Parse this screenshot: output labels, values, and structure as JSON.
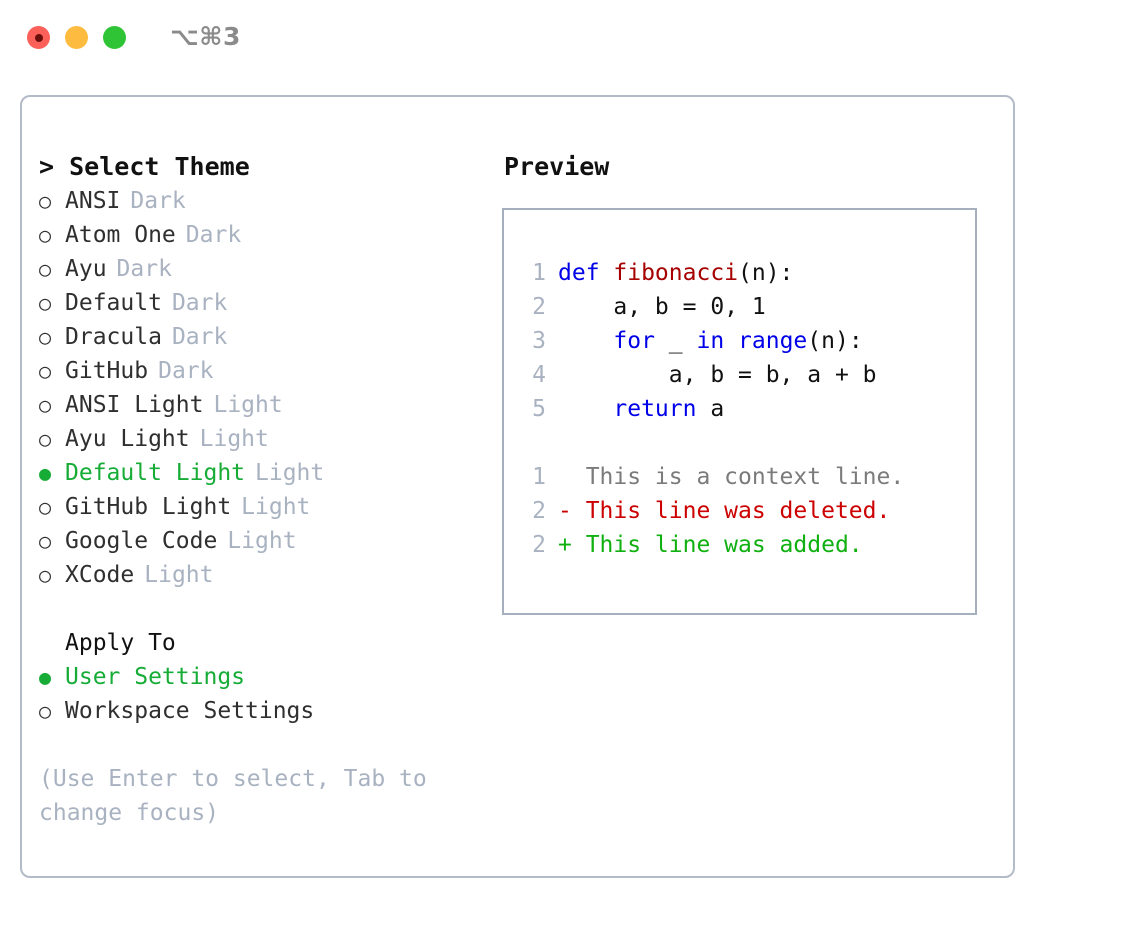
{
  "titlebar": {
    "shortcut": "⌥⌘3",
    "dots": [
      "close",
      "minimize",
      "maximize"
    ]
  },
  "theme_panel": {
    "header": "> Select Theme",
    "caret": ">",
    "header_text": "Select Theme",
    "bullet_on": "●",
    "bullet_off": "○",
    "selected_color": "#16ac36",
    "items": [
      {
        "label": "ANSI",
        "tag": "Dark",
        "selected": false
      },
      {
        "label": "Atom One",
        "tag": "Dark",
        "selected": false
      },
      {
        "label": "Ayu",
        "tag": "Dark",
        "selected": false
      },
      {
        "label": "Default",
        "tag": "Dark",
        "selected": false
      },
      {
        "label": "Dracula",
        "tag": "Dark",
        "selected": false
      },
      {
        "label": "GitHub",
        "tag": "Dark",
        "selected": false
      },
      {
        "label": "ANSI Light",
        "tag": "Light",
        "selected": false
      },
      {
        "label": "Ayu Light",
        "tag": "Light",
        "selected": false
      },
      {
        "label": "Default Light",
        "tag": "Light",
        "selected": true
      },
      {
        "label": "GitHub Light",
        "tag": "Light",
        "selected": false
      },
      {
        "label": "Google Code",
        "tag": "Light",
        "selected": false
      },
      {
        "label": "XCode",
        "tag": "Light",
        "selected": false
      }
    ]
  },
  "apply_to": {
    "header": "Apply To",
    "items": [
      {
        "label": "User Settings",
        "selected": true
      },
      {
        "label": "Workspace Settings",
        "selected": false
      }
    ]
  },
  "hint": "(Use Enter to select, Tab to change focus)",
  "preview": {
    "title": "Preview",
    "code_lines": [
      {
        "num": "1",
        "tokens": [
          {
            "text": "def ",
            "type": "kw"
          },
          {
            "text": "fibonacci",
            "type": "fn"
          },
          {
            "text": "(n):",
            "type": "plain"
          }
        ]
      },
      {
        "num": "2",
        "tokens": [
          {
            "text": "    a, b = 0, 1",
            "type": "plain"
          }
        ]
      },
      {
        "num": "3",
        "tokens": [
          {
            "text": "    ",
            "type": "plain"
          },
          {
            "text": "for",
            "type": "kw"
          },
          {
            "text": " _ ",
            "type": "plain"
          },
          {
            "text": "in",
            "type": "kw"
          },
          {
            "text": " ",
            "type": "plain"
          },
          {
            "text": "range",
            "type": "kw"
          },
          {
            "text": "(n):",
            "type": "plain"
          }
        ]
      },
      {
        "num": "4",
        "tokens": [
          {
            "text": "        a, b = b, a + b",
            "type": "plain"
          }
        ]
      },
      {
        "num": "5",
        "tokens": [
          {
            "text": "    ",
            "type": "plain"
          },
          {
            "text": "return",
            "type": "kw"
          },
          {
            "text": " a",
            "type": "plain"
          }
        ]
      }
    ],
    "diff_lines": [
      {
        "num": "1",
        "marker": " ",
        "text": "  This is a context line.",
        "type": "ctx"
      },
      {
        "num": "2",
        "marker": "-",
        "text": "- This line was deleted.",
        "type": "del"
      },
      {
        "num": "2",
        "marker": "+",
        "text": "+ This line was added.",
        "type": "add"
      }
    ]
  },
  "colors": {
    "accent_green": "#16ac36",
    "muted": "#a9b2c1",
    "keyword_blue": "#0000e8",
    "function_red": "#a60000",
    "diff_delete": "#cc0000",
    "diff_add": "#10b010",
    "border": "#b3bbc9"
  }
}
